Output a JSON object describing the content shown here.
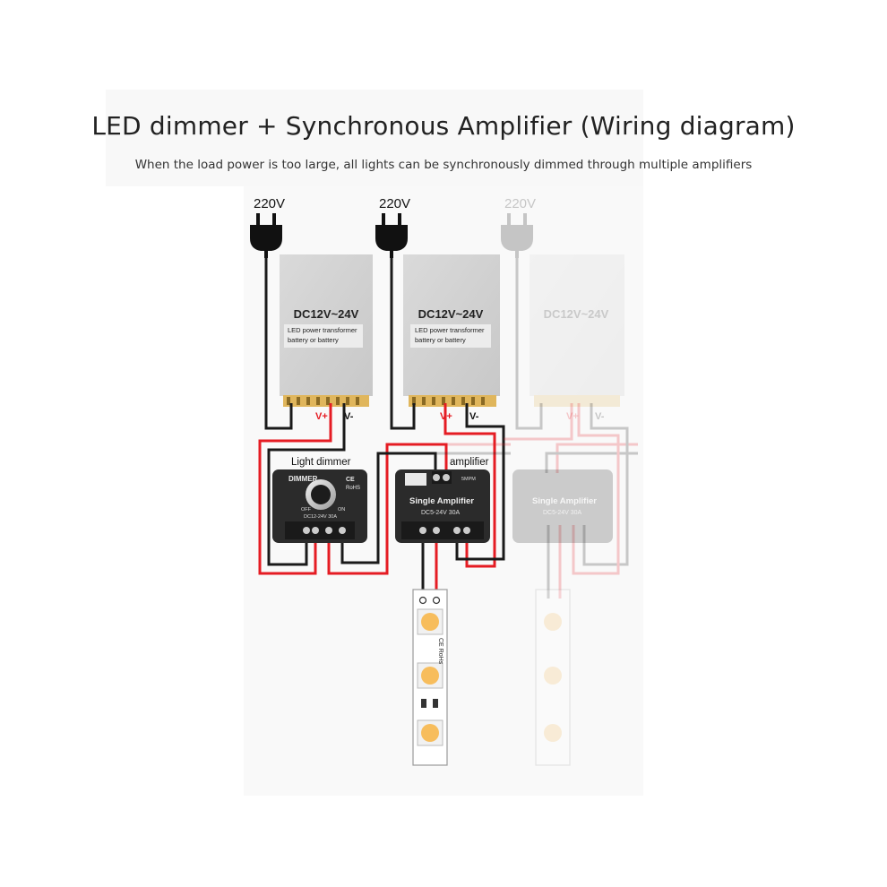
{
  "header": {
    "title": "LED dimmer + Synchronous Amplifier (Wiring diagram)",
    "subtitle": "When the load power is too large, all lights can be synchronously dimmed through multiple amplifiers"
  },
  "power": {
    "plug_label": "220V",
    "supply_title": "DC12V~24V",
    "supply_line1": "LED power transformer",
    "supply_line2": "battery or battery",
    "vplus": "V+",
    "vminus": "V-"
  },
  "dimmer": {
    "caption": "Light dimmer",
    "brand": "DIMMER",
    "cert": "RoHS",
    "ce": "CE",
    "off": "OFF",
    "on": "ON",
    "rating": "DC12-24V  30A"
  },
  "amplifier": {
    "caption": "amplifier",
    "name": "Single Amplifier",
    "rating": "DC5-24V  30A",
    "tag": "5MPM"
  },
  "strip": {
    "text": "CE RoHs"
  },
  "colors": {
    "wire_red": "#e51c23",
    "wire_black": "#1a1a1a",
    "device_body": "#2b2b2b",
    "supply_body": "#d7d7d7",
    "led": "#f7bd5c"
  }
}
